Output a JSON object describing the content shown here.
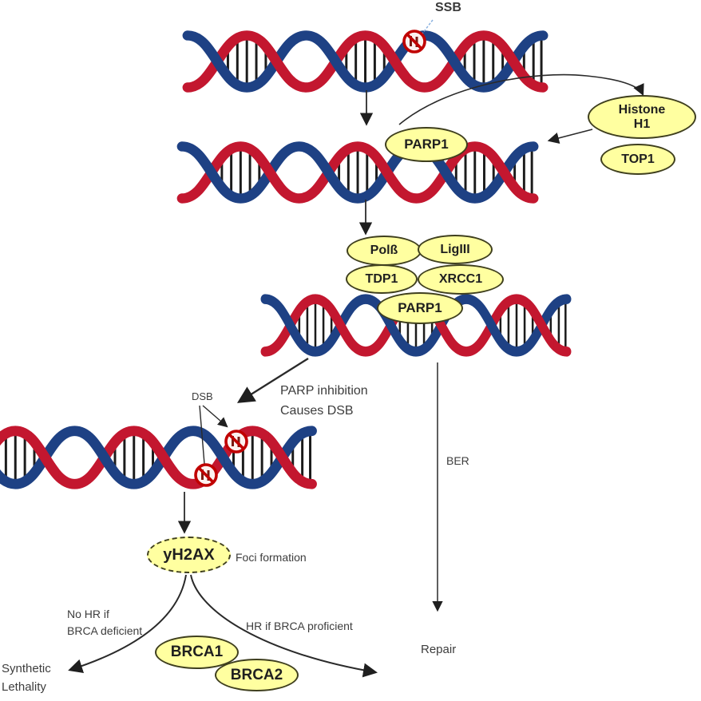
{
  "diagram": {
    "title_hint": "PARP inhibition / DNA repair pathway",
    "colors": {
      "dna_blue": "#1e4184",
      "dna_red": "#c3172f",
      "ellipse_fill": "#ffffa0",
      "ellipse_border": "#3f3f1e",
      "break_symbol": "#c00000",
      "arrow": "#1f1f1f",
      "text": "#3d3d3d"
    },
    "nodes": {
      "parp1_top": "PARP1",
      "histone_line1": "Histone",
      "histone_line2": "H1",
      "top1": "TOP1",
      "polb": "Polß",
      "lig3": "LigIII",
      "tdp1": "TDP1",
      "xrcc1": "XRCC1",
      "parp1_mid": "PARP1",
      "yh2ax": "yH2AX",
      "brca1": "BRCA1",
      "brca2": "BRCA2"
    },
    "labels": {
      "ssb": "SSB",
      "dsb": "DSB",
      "parp_inhibition_line1": "PARP inhibition",
      "parp_inhibition_line2": "Causes DSB",
      "foci": "Foci formation",
      "no_hr_line1": "No HR if",
      "no_hr_line2": "BRCA deficient",
      "hr_proficient": "HR if BRCA proficient",
      "synthetic_line1": "Synthetic",
      "synthetic_line2": "Lethality",
      "ber": "BER",
      "repair": "Repair"
    },
    "icons": {
      "strand_break": "no-entry symbol marking DNA strand break"
    }
  }
}
